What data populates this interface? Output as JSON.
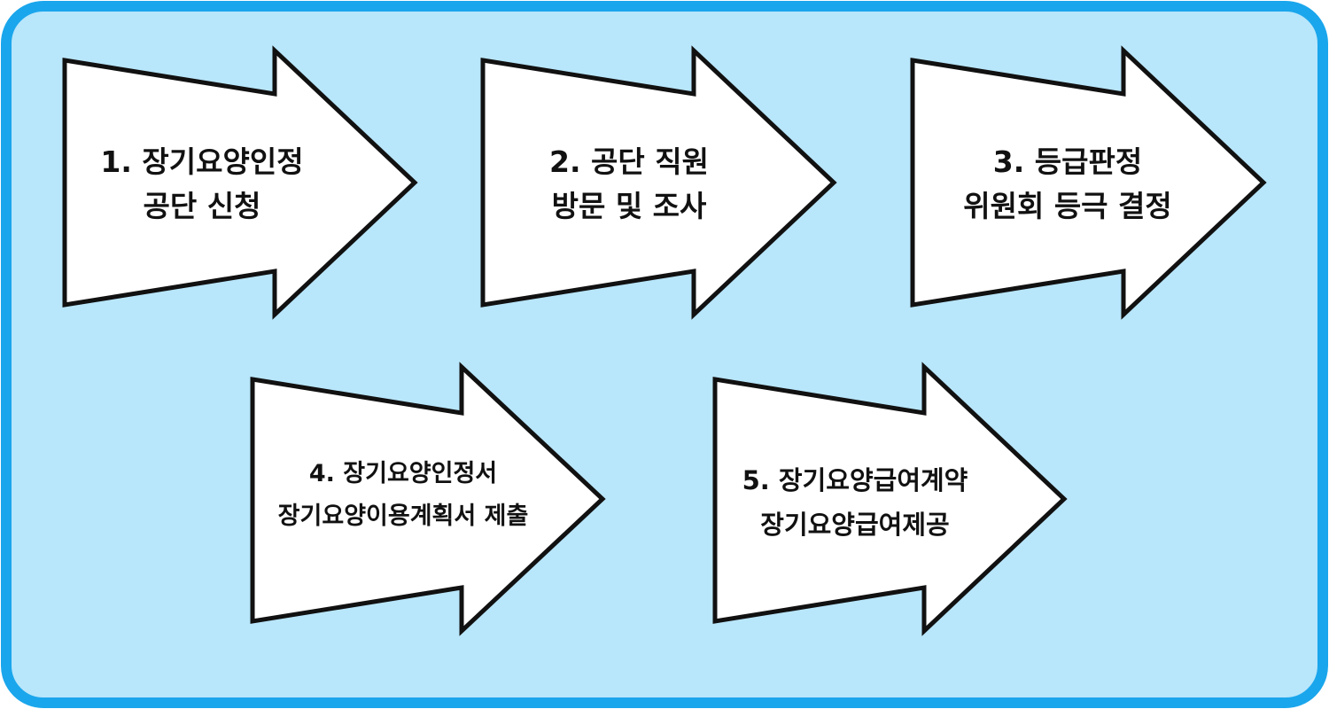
{
  "colors": {
    "panel_fill": "#b8e6fb",
    "panel_border": "#1aa6ec",
    "arrow_fill": "#ffffff",
    "arrow_stroke": "#111111"
  },
  "steps": [
    {
      "line1": "1. 장기요양인정",
      "line2": "공단 신청"
    },
    {
      "line1": "2. 공단 직원",
      "line2": "방문 및 조사"
    },
    {
      "line1": "3. 등급판정",
      "line2": "위원회 등극 결정"
    },
    {
      "line1": "4. 장기요양인정서",
      "line2": "장기요양이용계획서 제출"
    },
    {
      "line1": "5. 장기요양급여계약",
      "line2": "장기요양급여제공"
    }
  ]
}
